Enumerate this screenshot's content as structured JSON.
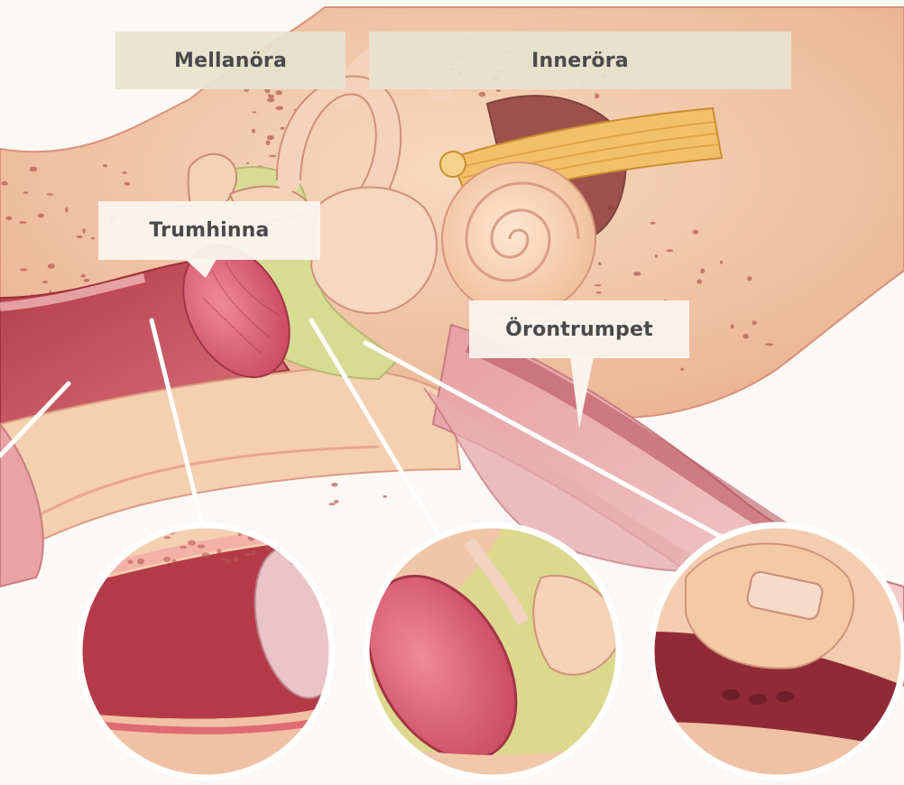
{
  "labels": {
    "middle_ear": "Mellanöra",
    "inner_ear": "Inneröra",
    "eardrum": "Trumhinna",
    "eustachian_tube": "Örontrumpet"
  },
  "colors": {
    "background": "#fbf8f5",
    "bone": "#f2c9a8",
    "bone_dark": "#e3a989",
    "flesh": "#e79a94",
    "canal": "#c9505a",
    "eardrum": "#d65f72",
    "cavity": "#d9dc96",
    "nerve": "#f3c06a",
    "label_bg": "#e6e3cf",
    "label_text": "#4a4a4a"
  }
}
